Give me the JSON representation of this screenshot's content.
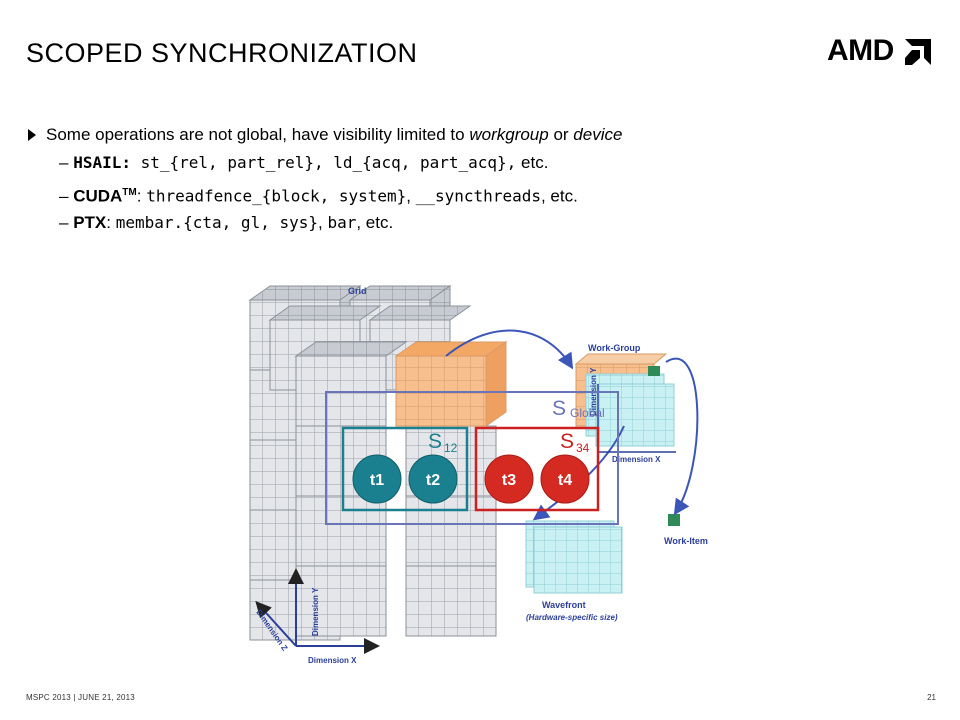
{
  "title": "SCOPED SYNCHRONIZATION",
  "logo": {
    "text": "AMD"
  },
  "bullet1": {
    "pre": "Some operations are not global, have visibility limited to ",
    "em1": "workgroup",
    "mid": " or ",
    "em2": "device"
  },
  "bullet2": {
    "dash": "– ",
    "label": "HSAIL:",
    "code": " st_{rel, part_rel}, ld_{acq, part_acq},",
    "tail": " etc."
  },
  "bullet3": {
    "dash": "– ",
    "label": "CUDA",
    "sup": "TM",
    "colon": ": ",
    "code1": "threadfence_{block, system}",
    "sep": ", ",
    "code2": "__syncthreads",
    "tail": ", etc."
  },
  "bullet4": {
    "dash": "– ",
    "label": "PTX",
    "colon": ": ",
    "code1": "membar.{cta, gl, sys}",
    "sep": ", ",
    "code2": "bar",
    "tail": ", etc."
  },
  "diagram": {
    "grid_label": "Grid",
    "workgroup_label": "Work-Group",
    "dimension_x": "Dimension X",
    "dimension_y": "Dimension Y",
    "dimension_z": "Dimension Z",
    "wg_dimension_x": "Dimension X",
    "wg_dimension_y": "Dimension Y",
    "workitem_label": "Work-Item",
    "wavefront_label": "Wavefront",
    "wavefront_sub": "(Hardware-specific size)",
    "s_global": "S",
    "s_global_sub": "Global",
    "s12": "S",
    "s12_sub": "12",
    "s34": "S",
    "s34_sub": "34",
    "threads": [
      "t1",
      "t2",
      "t3",
      "t4"
    ],
    "colors": {
      "global_box": "#6a74b8",
      "s12_box": "#1a7f8e",
      "s34_box": "#cc2020",
      "thread_teal": "#1a7f8e",
      "thread_red": "#d42a22",
      "orange_cube": "#f5b27a",
      "cyan_grid": "#bdecf0",
      "arrow": "#3b56b8"
    }
  },
  "footer": {
    "left": "MSPC 2013 | JUNE 21, 2013",
    "page": "21"
  }
}
